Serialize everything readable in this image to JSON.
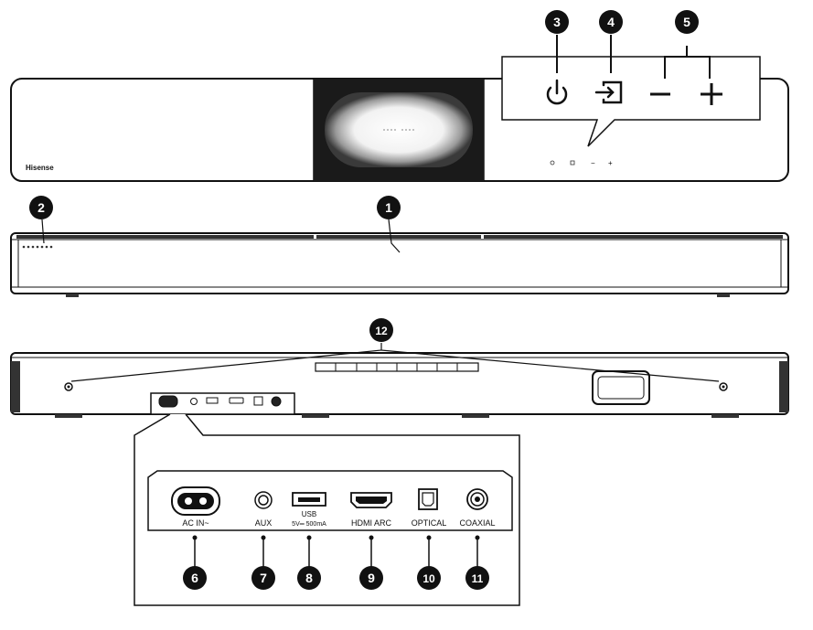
{
  "brand": "Hisense",
  "callouts": [
    {
      "id": "c1",
      "text": "1"
    },
    {
      "id": "c2",
      "text": "2"
    },
    {
      "id": "c3",
      "text": "3"
    },
    {
      "id": "c4",
      "text": "4"
    },
    {
      "id": "c5",
      "text": "5"
    },
    {
      "id": "c6",
      "text": "6"
    },
    {
      "id": "c7",
      "text": "7"
    },
    {
      "id": "c8",
      "text": "8"
    },
    {
      "id": "c9",
      "text": "9"
    },
    {
      "id": "c10",
      "text": "10"
    },
    {
      "id": "c11",
      "text": "11"
    },
    {
      "id": "c12",
      "text": "12"
    }
  ],
  "rear_panel": {
    "ac_in": "AC IN~",
    "aux": "AUX",
    "usb": "USB",
    "usb_rating": "5V═ 500mA",
    "hdmi_arc": "HDMI ARC",
    "optical": "OPTICAL",
    "coaxial": "COAXIAL"
  },
  "top_controls": {
    "power_symbol": "⏻",
    "input_symbol": "→",
    "minus_symbol": "−",
    "plus_symbol": "+"
  },
  "small_controls": {
    "minus": "−",
    "plus": "+"
  }
}
